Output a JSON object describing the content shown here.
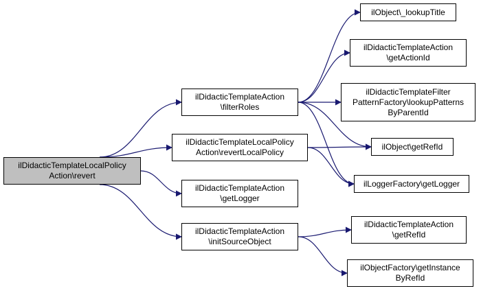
{
  "colors": {
    "edge": "#191970",
    "root_fill": "#bfbfbf",
    "node_fill": "#ffffff",
    "border": "#000000"
  },
  "nodes": {
    "revert": "ilDidacticTemplateLocalPolicy\nAction\\revert",
    "filterRoles": "ilDidacticTemplateAction\n\\filterRoles",
    "revertLocalPolicy": "ilDidacticTemplateLocalPolicy\nAction\\revertLocalPolicy",
    "getLoggerAction": "ilDidacticTemplateAction\n\\getLogger",
    "initSourceObject": "ilDidacticTemplateAction\n\\initSourceObject",
    "lookupTitle": "ilObject\\_lookupTitle",
    "getActionId": "ilDidacticTemplateAction\n\\getActionId",
    "lookupPatterns": "ilDidacticTemplateFilter\nPatternFactory\\lookupPatterns\nByParentId",
    "getRefIdObject": "ilObject\\getRefId",
    "getLoggerFactory": "ilLoggerFactory\\getLogger",
    "getRefIdAction": "ilDidacticTemplateAction\n\\getRefId",
    "getInstanceByRefId": "ilObjectFactory\\getInstance\nByRefId"
  },
  "edges": [
    [
      "revert",
      "filterRoles"
    ],
    [
      "revert",
      "revertLocalPolicy"
    ],
    [
      "revert",
      "getLoggerAction"
    ],
    [
      "revert",
      "initSourceObject"
    ],
    [
      "filterRoles",
      "lookupTitle"
    ],
    [
      "filterRoles",
      "getActionId"
    ],
    [
      "filterRoles",
      "lookupPatterns"
    ],
    [
      "filterRoles",
      "getRefIdObject"
    ],
    [
      "filterRoles",
      "getLoggerFactory"
    ],
    [
      "revertLocalPolicy",
      "getRefIdObject"
    ],
    [
      "revertLocalPolicy",
      "getLoggerFactory"
    ],
    [
      "initSourceObject",
      "getRefIdAction"
    ],
    [
      "initSourceObject",
      "getInstanceByRefId"
    ]
  ]
}
